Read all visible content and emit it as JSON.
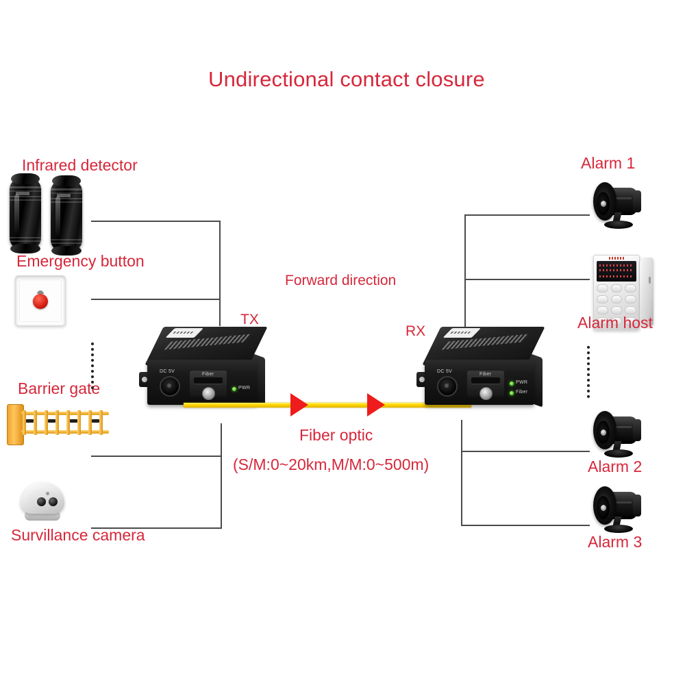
{
  "title": "Undirectional contact closure",
  "labels": {
    "infrared_detector": "Infrared detector",
    "emergency_button": "Emergency button",
    "barrier_gate": "Barrier gate",
    "surveillance_camera": "Survillance camera",
    "tx": "TX",
    "rx": "RX",
    "forward_direction": "Forward direction",
    "fiber_optic": "Fiber optic",
    "fiber_spec": "(S/M:0~20km,M/M:0~500m)",
    "alarm_1": "Alarm 1",
    "alarm_host": "Alarm host",
    "alarm_2": "Alarm 2",
    "alarm_3": "Alarm 3"
  },
  "device_markings": {
    "dc_label": "DC 5V",
    "fiber_label": "Fiber",
    "pwr_led_label": "PWR",
    "fiber_led_label": "Fiber"
  },
  "colors": {
    "accent_red": "#d6273a",
    "arrow_red": "#ee1c1c",
    "fiber_yellow": "#ffd400",
    "wire_gray": "#4a4a4a",
    "gate_orange": "#e8a12a",
    "background": "#ffffff"
  }
}
